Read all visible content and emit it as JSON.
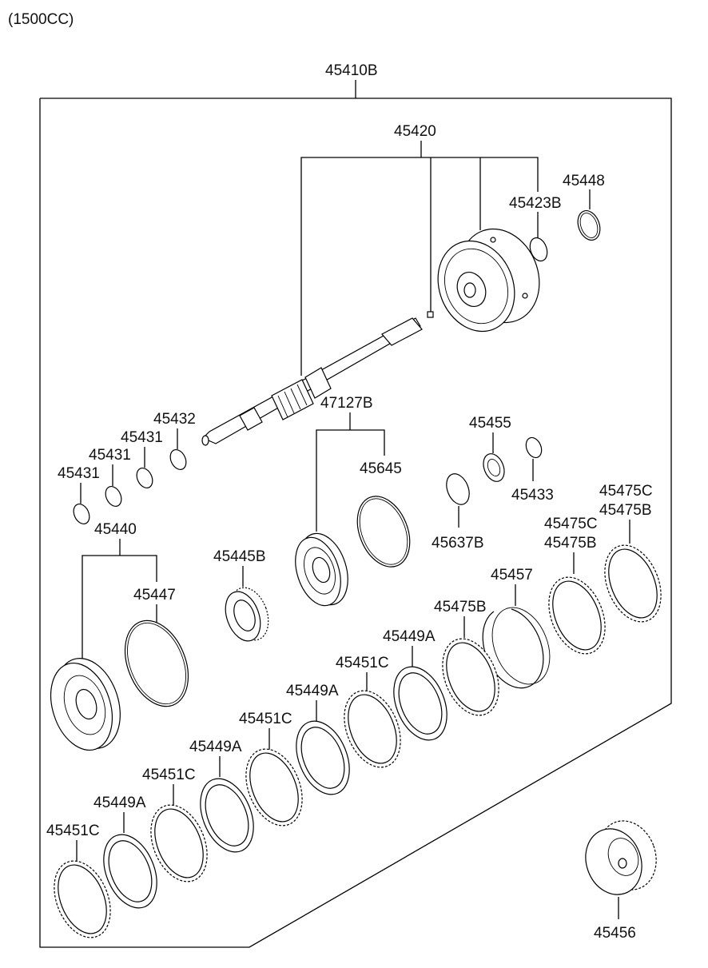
{
  "variant_label": "(1500CC)",
  "assembly_label": "45410B",
  "labels": {
    "p45420": "45420",
    "p45448": "45448",
    "p45423B": "45423B",
    "p45432": "45432",
    "p45431_a": "45431",
    "p45431_b": "45431",
    "p45431_c": "45431",
    "p47127B": "47127B",
    "p45645": "45645",
    "p45455": "45455",
    "p45433": "45433",
    "p45637B": "45637B",
    "p45475C_a": "45475C",
    "p45475B_a": "45475B",
    "p45475C_b": "45475C",
    "p45475B_b": "45475B",
    "p45457": "45457",
    "p45475B_c": "45475B",
    "p45440": "45440",
    "p45447": "45447",
    "p45445B": "45445B",
    "p45449A_a": "45449A",
    "p45451C_a": "45451C",
    "p45449A_b": "45449A",
    "p45451C_b": "45451C",
    "p45449A_c": "45449A",
    "p45451C_c": "45451C",
    "p45449A_d": "45449A",
    "p45451C_d": "45451C",
    "p45456": "45456"
  }
}
